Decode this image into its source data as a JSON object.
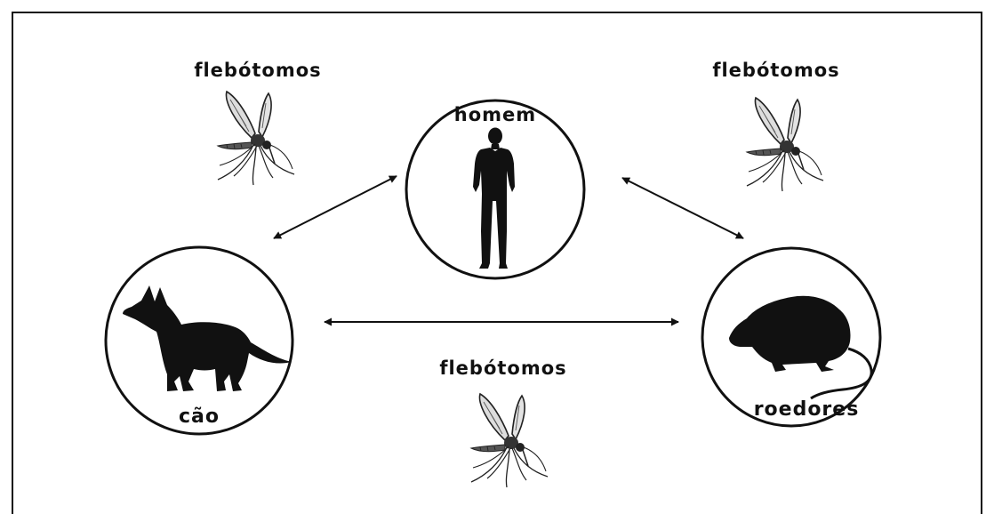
{
  "nodes": {
    "homem": {
      "label": "homem"
    },
    "cao": {
      "label": "cão"
    },
    "roedores": {
      "label": "roedores"
    }
  },
  "vectors": [
    {
      "label": "flebótomos"
    },
    {
      "label": "flebótomos"
    },
    {
      "label": "flebótomos"
    }
  ],
  "edges": [
    {
      "from": "homem",
      "to": "cao",
      "bidirectional": true
    },
    {
      "from": "homem",
      "to": "roedores",
      "bidirectional": true
    },
    {
      "from": "cao",
      "to": "roedores",
      "bidirectional": true
    }
  ],
  "colors": {
    "ink": "#111111",
    "background": "#ffffff"
  }
}
